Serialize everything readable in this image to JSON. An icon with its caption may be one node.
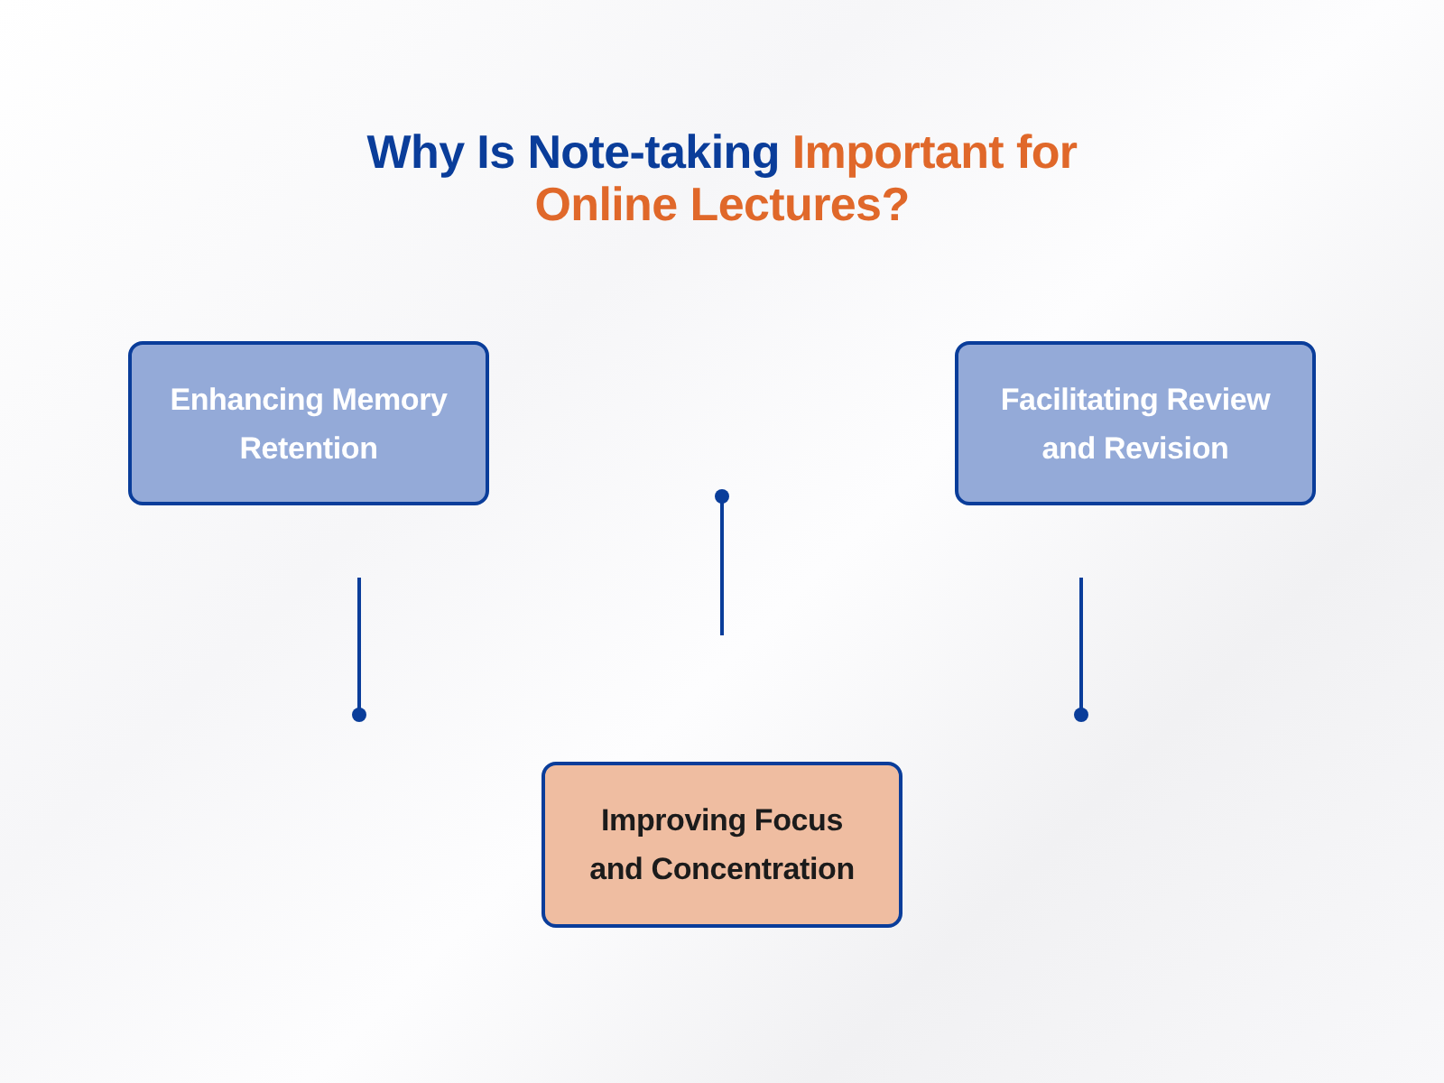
{
  "diagram": {
    "title": "Why Is Note-taking Important for Online Lectures?",
    "nodes": [
      {
        "text": [
          "Enhancing Memory Retention"
        ]
      },
      {
        "text": [
          "Facilitating Review and Revision"
        ]
      },
      {
        "text": [
          "Improving Focus and Concentration"
        ]
      }
    ]
  }
}
